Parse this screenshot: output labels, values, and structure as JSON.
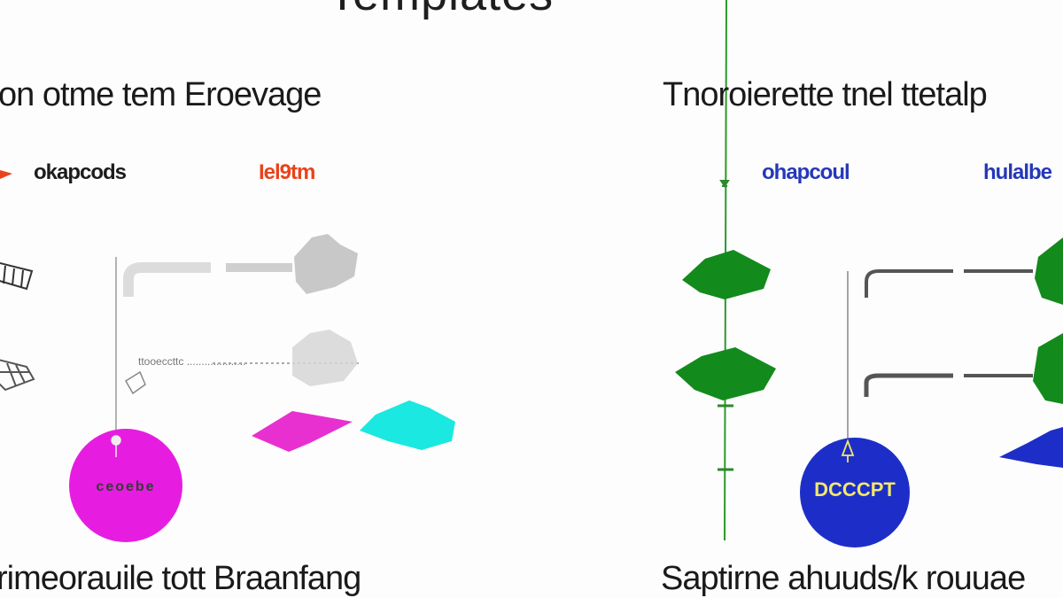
{
  "header": {
    "title": "Templates"
  },
  "left_panel": {
    "title": "on otme tem Eroevage",
    "label_a": "okapcods",
    "label_b": "Iel9tm",
    "note": "ttooeccttc ....................",
    "node_label": "ceoebe",
    "caption": "rimeorauile tott Braanfang",
    "colors": {
      "node": "#e61de0",
      "accent": "#e8431c",
      "magenta_shape": "#e830d0",
      "cyan_shape": "#1be8e0",
      "muted": "#c8c8c8"
    }
  },
  "right_panel": {
    "title": "Tnoroierette tnel ttetalp",
    "label_a": "ohapcoul",
    "label_b": "hulalbe",
    "node_label": "DCCCPT",
    "caption": "Saptirne ahuuds/k rouuae",
    "colors": {
      "node": "#1d2ec8",
      "node_text": "#f2e86a",
      "accent": "#2538b8",
      "leaf": "#138a1c",
      "line": "#555555"
    }
  }
}
